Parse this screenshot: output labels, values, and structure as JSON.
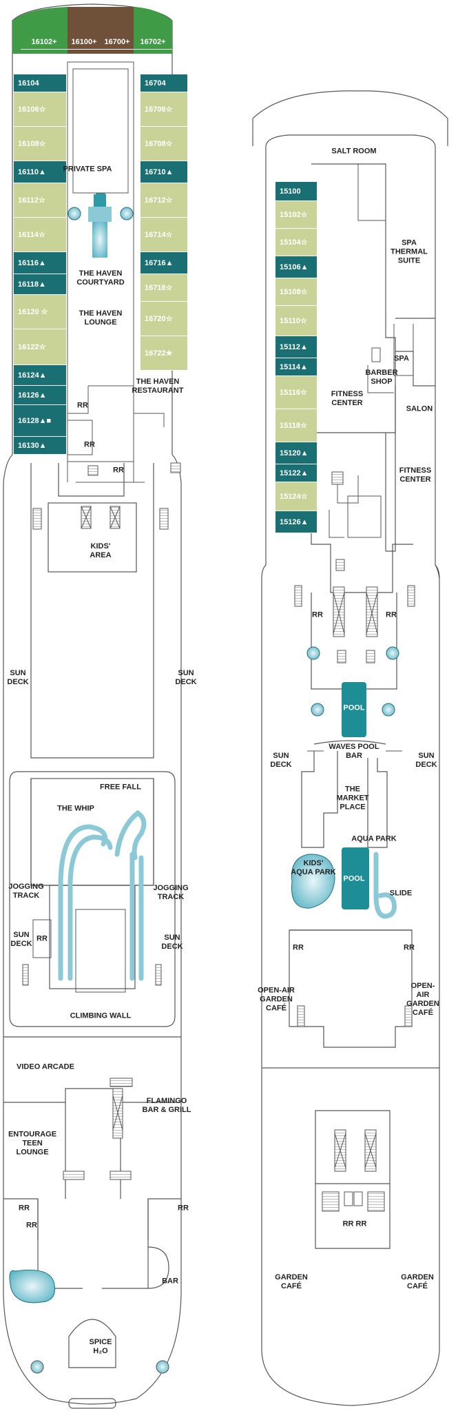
{
  "colors": {
    "teal": "#1a6f73",
    "light_green": "#c9d398",
    "haven_green": "#3f9b45",
    "haven_brown": "#6e5138",
    "pool_teal": "#1e8e96",
    "water_light": "#a8d7e2",
    "line": "#555555"
  },
  "deck_left": {
    "haven_suites": [
      "16102+",
      "16100+",
      "16700+",
      "16702+"
    ],
    "port_cabins": [
      {
        "label": "16104",
        "style": "teal"
      },
      {
        "label": "16106☆",
        "style": "green"
      },
      {
        "label": "16108☆",
        "style": "green"
      },
      {
        "label": "16110▲",
        "style": "teal"
      },
      {
        "label": "16112☆",
        "style": "green"
      },
      {
        "label": "16114☆",
        "style": "green"
      },
      {
        "label": "16116▲",
        "style": "teal"
      },
      {
        "label": "16118▲",
        "style": "teal"
      },
      {
        "label": "16120 ☆",
        "style": "green"
      },
      {
        "label": "16122☆",
        "style": "green"
      },
      {
        "label": "16124▲",
        "style": "teal"
      },
      {
        "label": "16126▲",
        "style": "teal"
      },
      {
        "label": "16128▲■",
        "style": "teal"
      },
      {
        "label": "16130▲",
        "style": "teal"
      }
    ],
    "starboard_cabins": [
      {
        "label": "16704",
        "style": "teal"
      },
      {
        "label": "16706☆",
        "style": "green"
      },
      {
        "label": "16708☆",
        "style": "green"
      },
      {
        "label": "16710▲",
        "style": "teal"
      },
      {
        "label": "16712☆",
        "style": "green"
      },
      {
        "label": "16714☆",
        "style": "green"
      },
      {
        "label": "16716▲",
        "style": "teal"
      },
      {
        "label": "16718☆",
        "style": "green"
      },
      {
        "label": "16720☆",
        "style": "green"
      },
      {
        "label": "16722★",
        "style": "green"
      }
    ],
    "venues": {
      "private_spa": "PRIVATE SPA",
      "haven_courtyard": "THE HAVEN\nCOURTYARD",
      "haven_lounge": "THE HAVEN\nLOUNGE",
      "haven_restaurant": "THE HAVEN\nRESTAURANT",
      "rr": "RR",
      "kids_area": "KIDS'\nAREA",
      "sun_deck": "SUN\nDECK",
      "free_fall": "FREE FALL",
      "the_whip": "THE WHIP",
      "jogging_track": "JOGGING\nTRACK",
      "climbing_wall": "CLIMBING WALL",
      "video_arcade": "VIDEO ARCADE",
      "flamingo": "FLAMINGO\nBAR & GRILL",
      "entourage": "ENTOURAGE\nTEEN\nLOUNGE",
      "bar": "BAR",
      "spice_h2o": "SPICE\nH₂O"
    }
  },
  "deck_right": {
    "cabins": [
      {
        "label": "15100",
        "style": "teal"
      },
      {
        "label": "15102☆",
        "style": "green"
      },
      {
        "label": "15104☆",
        "style": "green"
      },
      {
        "label": "15106▲",
        "style": "teal"
      },
      {
        "label": "15108☆",
        "style": "green"
      },
      {
        "label": "15110☆",
        "style": "green"
      },
      {
        "label": "15112▲",
        "style": "teal"
      },
      {
        "label": "15114▲",
        "style": "teal"
      },
      {
        "label": "15116☆",
        "style": "green"
      },
      {
        "label": "15118☆",
        "style": "green"
      },
      {
        "label": "15120▲",
        "style": "teal"
      },
      {
        "label": "15122▲",
        "style": "teal"
      },
      {
        "label": "15124☆",
        "style": "green"
      },
      {
        "label": "15126▲",
        "style": "teal"
      }
    ],
    "venues": {
      "salt_room": "SALT ROOM",
      "spa_thermal": "SPA\nTHERMAL\nSUITE",
      "spa": "SPA",
      "barber": "BARBER\nSHOP",
      "fitness": "FITNESS\nCENTER",
      "salon": "SALON",
      "rr": "RR",
      "rr_pair": "RR RR",
      "pool": "POOL",
      "waves_pool_bar": "WAVES POOL\nBAR",
      "sun_deck": "SUN\nDECK",
      "market_place": "THE\nMARKET\nPLACE",
      "aqua_park": "AQUA PARK",
      "kids_aqua_park": "KIDS'\nAQUA PARK",
      "slide": "SLIDE",
      "open_air_cafe": "OPEN-AIR\nGARDEN\nCAFÉ",
      "garden_cafe": "GARDEN\nCAFÉ"
    }
  }
}
